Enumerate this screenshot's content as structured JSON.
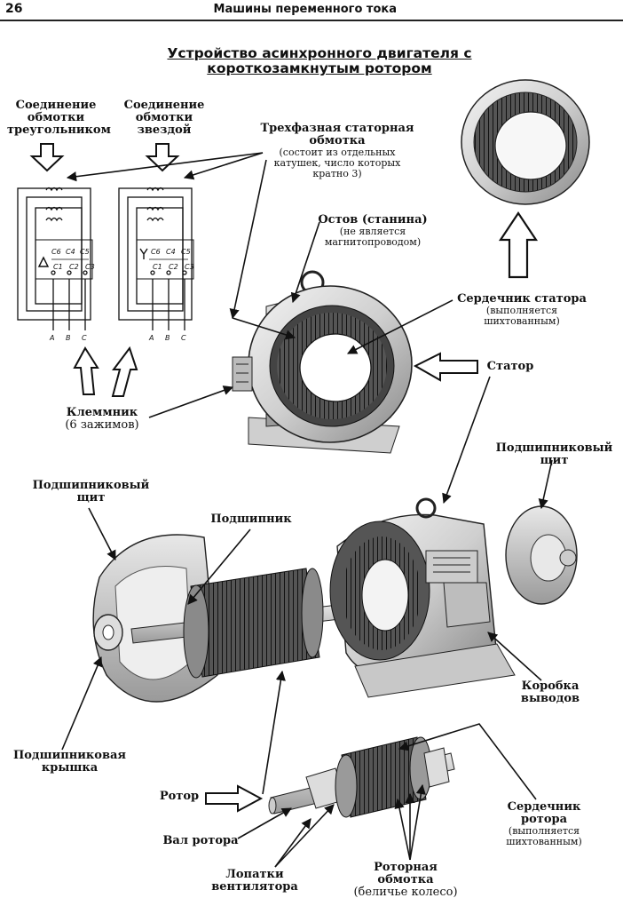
{
  "header": {
    "page_number": "26",
    "section_title": "Машины переменного тока"
  },
  "title": {
    "line1": "Устройство асинхронного двигателя с",
    "line2": "короткозамкнутым ротором"
  },
  "labels": {
    "delta_connection": {
      "line1": "Соединение",
      "line2": "обмотки",
      "line3": "треугольником"
    },
    "star_connection": {
      "line1": "Соединение",
      "line2": "обмотки",
      "line3": "звездой"
    },
    "stator_winding": {
      "line1": "Трехфазная статорная",
      "line2": "обмотка",
      "note1": "(состоит из отдельных",
      "note2": "катушек, число которых",
      "note3": "кратно 3)"
    },
    "frame": {
      "line1": "Остов (станина)",
      "note1": "(не является",
      "note2": "магнитопроводом)"
    },
    "stator_core": {
      "line1": "Сердечник статора",
      "note1": "(выполняется",
      "note2": "шихтованным)"
    },
    "stator": {
      "line1": "Статор"
    },
    "terminal_box_small": {
      "line1": "Клеммник",
      "line2": "(6 зажимов)"
    },
    "bearing_shield_left": {
      "line1": "Подшипниковый",
      "line2": "щит"
    },
    "bearing_shield_right": {
      "line1": "Подшипниковый",
      "line2": "щит"
    },
    "bearing": {
      "line1": "Подшипник"
    },
    "terminal_box": {
      "line1": "Коробка",
      "line2": "выводов"
    },
    "bearing_cover": {
      "line1": "Подшипниковая",
      "line2": "крышка"
    },
    "rotor": {
      "line1": "Ротор"
    },
    "rotor_shaft": {
      "line1": "Вал ротора"
    },
    "fan_blades": {
      "line1": "Лопатки",
      "line2": "вентилятора"
    },
    "rotor_winding": {
      "line1": "Роторная",
      "line2": "обмотка",
      "note1": "(беличье колесо)"
    },
    "rotor_core": {
      "line1": "Сердечник",
      "line2": "ротора",
      "note1": "(выполняется",
      "note2": "шихтованным)"
    }
  },
  "schematic": {
    "delta_terminals": {
      "top": [
        "C6",
        "C4",
        "C5"
      ],
      "bottom": [
        "C1",
        "C2",
        "C3"
      ],
      "phases": [
        "A",
        "B",
        "C"
      ],
      "symbol": "△"
    },
    "star_terminals": {
      "top": [
        "C6",
        "C4",
        "C5"
      ],
      "bottom": [
        "C1",
        "C2",
        "C3"
      ],
      "phases": [
        "A",
        "B",
        "C"
      ],
      "symbol": "Y"
    }
  }
}
